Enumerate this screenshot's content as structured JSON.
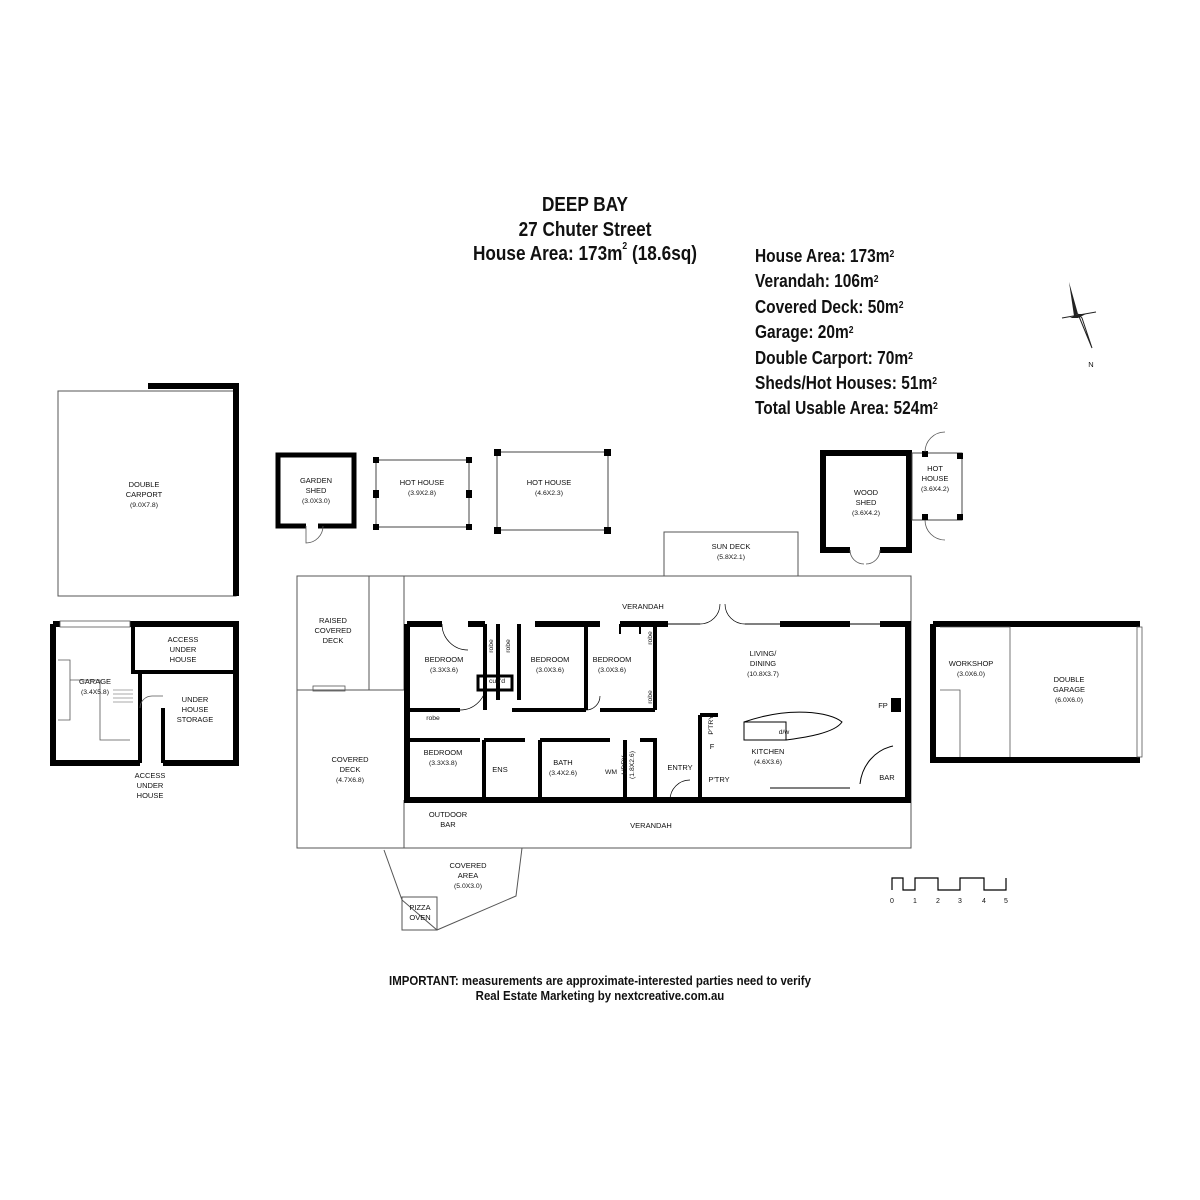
{
  "header": {
    "suburb": "DEEP BAY",
    "street": "27 Chuter Street",
    "house_area_label": "House Area: 173m",
    "house_area_suffix": " (18.6sq)"
  },
  "areas": [
    {
      "label": "House Area: 173m",
      "sup": "2"
    },
    {
      "label": "Verandah: 106m",
      "sup": "2"
    },
    {
      "label": "Covered Deck: 50m",
      "sup": "2"
    },
    {
      "label": "Garage: 20m",
      "sup": "2"
    },
    {
      "label": "Double Carport: 70m",
      "sup": "2"
    },
    {
      "label": "Sheds/Hot Houses: 51m",
      "sup": "2"
    },
    {
      "label": "Total Usable Area: 524m",
      "sup": "2"
    }
  ],
  "compass": {
    "north": "N"
  },
  "rooms": {
    "double_carport": {
      "name_1": "DOUBLE",
      "name_2": "CARPORT",
      "dim": "(9.0X7.8)"
    },
    "garden_shed": {
      "name_1": "GARDEN",
      "name_2": "SHED",
      "dim": "(3.0X3.0)"
    },
    "hot_house_1": {
      "name": "HOT HOUSE",
      "dim": "(3.9X2.8)"
    },
    "hot_house_2": {
      "name": "HOT HOUSE",
      "dim": "(4.6X2.3)"
    },
    "wood_shed": {
      "name_1": "WOOD",
      "name_2": "SHED",
      "dim": "(3.6X4.2)"
    },
    "hot_house_3": {
      "name_1": "HOT",
      "name_2": "HOUSE",
      "dim": "(3.6X4.2)"
    },
    "sun_deck": {
      "name": "SUN DECK",
      "dim": "(5.8X2.1)"
    },
    "verandah_top": {
      "name": "VERANDAH"
    },
    "verandah_bottom": {
      "name": "VERANDAH"
    },
    "raised_deck": {
      "name_1": "RAISED",
      "name_2": "COVERED",
      "name_3": "DECK"
    },
    "covered_deck": {
      "name_1": "COVERED",
      "name_2": "DECK",
      "dim": "(4.7X6.8)"
    },
    "bedroom_1": {
      "name": "BEDROOM",
      "dim": "(3.3X3.6)"
    },
    "bedroom_2": {
      "name": "BEDROOM",
      "dim": "(3.0X3.6)"
    },
    "bedroom_3": {
      "name": "BEDROOM",
      "dim": "(3.0X3.6)"
    },
    "bedroom_4": {
      "name": "BEDROOM",
      "dim": "(3.3X3.8)"
    },
    "living": {
      "name_1": "LIVING/",
      "name_2": "DINING",
      "dim": "(10.8X3.7)"
    },
    "kitchen": {
      "name": "KITCHEN",
      "dim": "(4.6X3.6)"
    },
    "bath": {
      "name": "BATH",
      "dim": "(3.4X2.6)"
    },
    "laundry": {
      "name": "L'DRY",
      "dim": "(1.8X2.6)"
    },
    "ens": {
      "name": "ENS"
    },
    "entry": {
      "name": "ENTRY"
    },
    "pantry_top": {
      "name": "P'TRY"
    },
    "pantry": {
      "name": "P'TRY"
    },
    "fridge": {
      "name": "F"
    },
    "dw": {
      "name": "d/w"
    },
    "fp": {
      "name": "FP"
    },
    "bar": {
      "name": "BAR"
    },
    "wm": {
      "name": "WM"
    },
    "cupd": {
      "name": "cup'd"
    },
    "robe_1": {
      "name": "robe"
    },
    "robe_2": {
      "name": "robe"
    },
    "robe_3": {
      "name": "robe"
    },
    "robe_4": {
      "name": "robe"
    },
    "robe_5": {
      "name": "robe"
    },
    "outdoor_bar": {
      "name_1": "OUTDOOR",
      "name_2": "BAR"
    },
    "covered_area": {
      "name_1": "COVERED",
      "name_2": "AREA",
      "dim": "(5.0X3.0)"
    },
    "pizza_oven": {
      "name_1": "PIZZA",
      "name_2": "OVEN"
    },
    "garage": {
      "name": "GARAGE",
      "dim": "(3.4X5.8)"
    },
    "access_under_house_1": {
      "name_1": "ACCESS",
      "name_2": "UNDER",
      "name_3": "HOUSE"
    },
    "under_house_storage": {
      "name_1": "UNDER",
      "name_2": "HOUSE",
      "name_3": "STORAGE"
    },
    "access_under_house_2": {
      "name_1": "ACCESS",
      "name_2": "UNDER",
      "name_3": "HOUSE"
    },
    "workshop": {
      "name": "WORKSHOP",
      "dim": "(3.0X6.0)"
    },
    "double_garage": {
      "name_1": "DOUBLE",
      "name_2": "GARAGE",
      "dim": "(6.0X6.0)"
    }
  },
  "scale_bar": {
    "ticks": [
      "0",
      "1",
      "2",
      "3",
      "4",
      "5"
    ]
  },
  "footer": {
    "important_label": "IMPORTANT:",
    "important_text": " measurements are approximate-interested parties need to verify",
    "credit": "Real Estate Marketing by nextcreative.com.au"
  }
}
